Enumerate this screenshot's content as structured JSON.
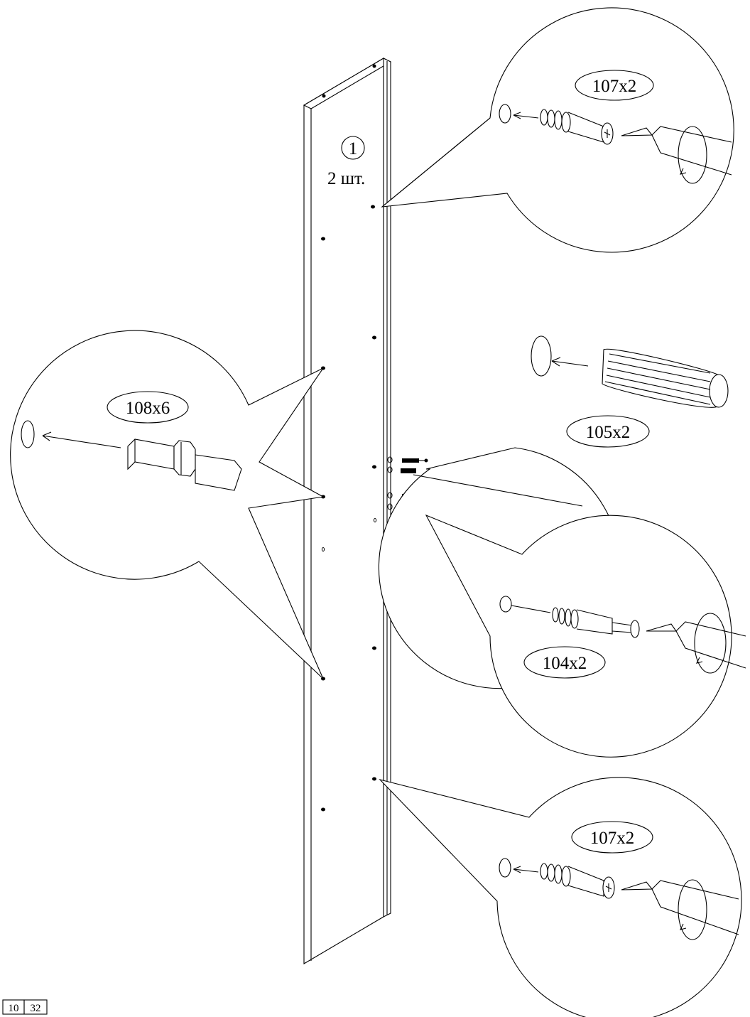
{
  "panel": {
    "part_number": "1",
    "quantity": "2 шт."
  },
  "callouts": [
    {
      "id": "top-right",
      "label": "107x2"
    },
    {
      "id": "left",
      "label": "108x6"
    },
    {
      "id": "middle-right",
      "label": "105x2"
    },
    {
      "id": "lower-right",
      "label": "104x2"
    },
    {
      "id": "bottom-right",
      "label": "107x2"
    }
  ],
  "page": {
    "number": "10",
    "total": "32"
  }
}
